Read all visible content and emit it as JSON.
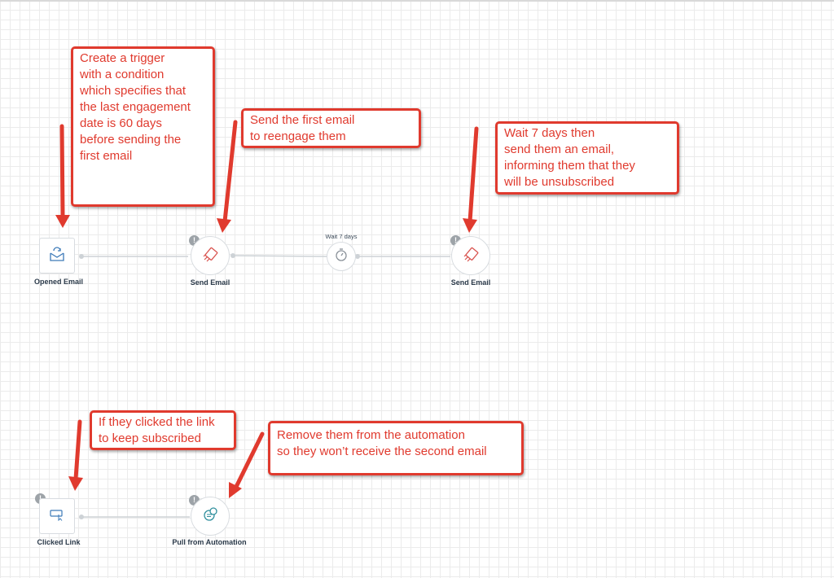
{
  "canvas": {
    "grid_color": "#ebebeb",
    "accent_color": "#e03a2e"
  },
  "nodes": {
    "opened_email": {
      "label": "Opened Email",
      "icon": "envelope-refresh-icon"
    },
    "send_email_1": {
      "label": "Send Email",
      "icon": "send-email-icon",
      "warning": "!"
    },
    "wait": {
      "label": "Wait  7 days",
      "icon": "stopwatch-icon"
    },
    "send_email_2": {
      "label": "Send Email",
      "icon": "send-email-icon",
      "warning": "!"
    },
    "clicked_link": {
      "label": "Clicked Link",
      "icon": "link-click-icon",
      "warning": "!"
    },
    "pull_from_automation": {
      "label": "Pull from Automation",
      "icon": "pull-automation-icon",
      "warning": "!"
    }
  },
  "annotations": {
    "trigger": [
      "Create a trigger",
      "with a condition",
      "which specifies that",
      "the last engagement",
      "date is 60 days",
      "before sending the",
      "first email"
    ],
    "first_email": [
      "Send the first email",
      "to reengage them"
    ],
    "wait_email": [
      "Wait 7 days then",
      "send them an email,",
      "informing them that they",
      "will be unsubscribed"
    ],
    "clicked": [
      "If they clicked the link",
      "to keep subscribed"
    ],
    "remove": [
      "Remove them from the automation",
      "so they won’t receive the second email"
    ]
  }
}
